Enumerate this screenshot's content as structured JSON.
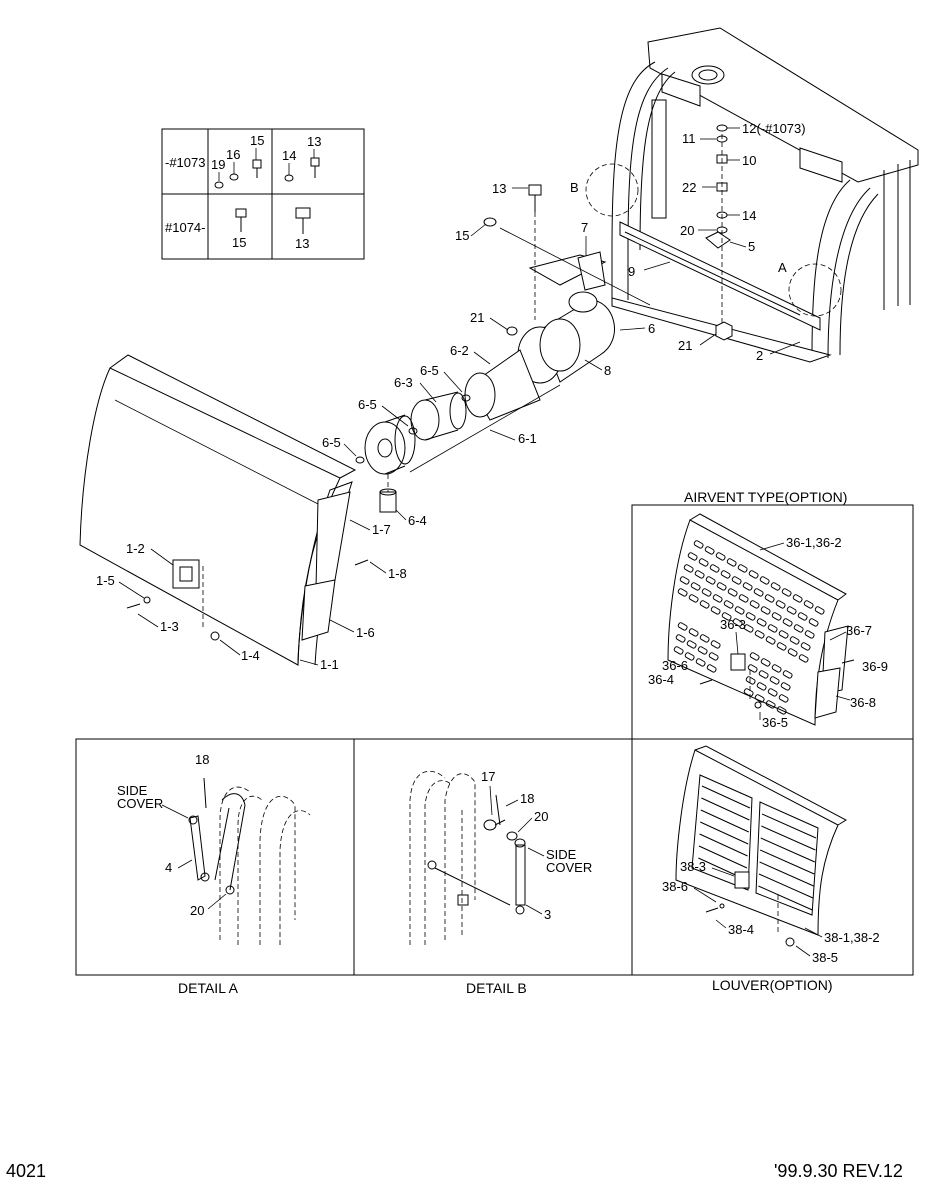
{
  "callouts": [
    {
      "key": "c13a",
      "text": "13"
    },
    {
      "key": "c15a",
      "text": "15"
    },
    {
      "key": "c7",
      "text": "7"
    },
    {
      "key": "cB",
      "text": "B"
    },
    {
      "key": "c12",
      "text": "12(-#1073)"
    },
    {
      "key": "c11",
      "text": "11"
    },
    {
      "key": "c10",
      "text": "10"
    },
    {
      "key": "c22",
      "text": "22"
    },
    {
      "key": "c14a",
      "text": "14"
    },
    {
      "key": "c20a",
      "text": "20"
    },
    {
      "key": "c5",
      "text": "5"
    },
    {
      "key": "c9",
      "text": "9"
    },
    {
      "key": "cA",
      "text": "A"
    },
    {
      "key": "c21a",
      "text": "21"
    },
    {
      "key": "c6",
      "text": "6"
    },
    {
      "key": "c21b",
      "text": "21"
    },
    {
      "key": "c2",
      "text": "2"
    },
    {
      "key": "c6_2",
      "text": "6-2"
    },
    {
      "key": "c8",
      "text": "8"
    },
    {
      "key": "c6_5a",
      "text": "6-5"
    },
    {
      "key": "c6_3",
      "text": "6-3"
    },
    {
      "key": "c6_5b",
      "text": "6-5"
    },
    {
      "key": "c6_1",
      "text": "6-1"
    },
    {
      "key": "c6_5c",
      "text": "6-5"
    },
    {
      "key": "c6_4",
      "text": "6-4"
    },
    {
      "key": "c1_7",
      "text": "1-7"
    },
    {
      "key": "c1_2",
      "text": "1-2"
    },
    {
      "key": "c1_8",
      "text": "1-8"
    },
    {
      "key": "c1_5",
      "text": "1-5"
    },
    {
      "key": "c1_3",
      "text": "1-3"
    },
    {
      "key": "c1_6",
      "text": "1-6"
    },
    {
      "key": "c1_4",
      "text": "1-4"
    },
    {
      "key": "c1_1",
      "text": "1-1"
    },
    {
      "key": "c36_12",
      "text": "36-1,36-2"
    },
    {
      "key": "c36_3",
      "text": "36-3"
    },
    {
      "key": "c36_7",
      "text": "36-7"
    },
    {
      "key": "c36_6",
      "text": "36-6"
    },
    {
      "key": "c36_9",
      "text": "36-9"
    },
    {
      "key": "c36_4",
      "text": "36-4"
    },
    {
      "key": "c36_8",
      "text": "36-8"
    },
    {
      "key": "c36_5",
      "text": "36-5"
    },
    {
      "key": "c18a",
      "text": "18"
    },
    {
      "key": "c4",
      "text": "4"
    },
    {
      "key": "c20b",
      "text": "20"
    },
    {
      "key": "c17",
      "text": "17"
    },
    {
      "key": "c18b",
      "text": "18"
    },
    {
      "key": "c20c",
      "text": "20"
    },
    {
      "key": "c3",
      "text": "3"
    },
    {
      "key": "c38_3",
      "text": "38-3"
    },
    {
      "key": "c38_6",
      "text": "38-6"
    },
    {
      "key": "c38_4",
      "text": "38-4"
    },
    {
      "key": "c38_12",
      "text": "38-1,38-2"
    },
    {
      "key": "c38_5",
      "text": "38-5"
    }
  ],
  "table": {
    "row1_label": "-#1073",
    "row2_label": "#1074-",
    "r1a_19": "19",
    "r1a_16": "16",
    "r1a_15": "15",
    "r1b_14": "14",
    "r1b_13": "13",
    "r2a_15": "15",
    "r2b_13": "13"
  },
  "side_cover": {
    "a_line1": "SIDE",
    "a_line2": "COVER",
    "b_line1": "SIDE",
    "b_line2": "COVER"
  },
  "captions": {
    "airvent": "AIRVENT TYPE(OPTION)",
    "detail_a": "DETAIL A",
    "detail_b": "DETAIL B",
    "louver": "LOUVER(OPTION)"
  },
  "footer": {
    "page": "4021",
    "revision": "'99.9.30 REV.12"
  }
}
